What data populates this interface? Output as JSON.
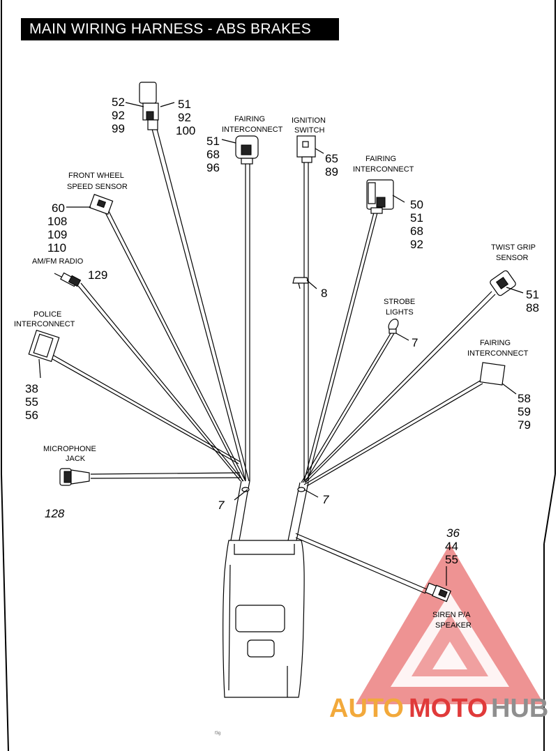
{
  "title": "MAIN WIRING HARNESS - ABS BRAKES",
  "components": {
    "front_wheel_speed_sensor": {
      "label_1": "FRONT WHEEL",
      "label_2": "SPEED SENSOR",
      "refs": [
        "60",
        "108",
        "109",
        "110"
      ]
    },
    "am_fm_radio": {
      "label": "AM/FM RADIO",
      "refs": [
        "129"
      ]
    },
    "police_interconnect": {
      "label_1": "POLICE",
      "label_2": "INTERCONNECT",
      "refs": [
        "38",
        "55",
        "56"
      ]
    },
    "microphone_jack": {
      "label_1": "MICROPHONE",
      "label_2": "JACK",
      "refs": [
        "128"
      ]
    },
    "top_connector": {
      "refs_left": [
        "52",
        "92",
        "99"
      ],
      "refs_right": [
        "51",
        "92",
        "100"
      ]
    },
    "fairing_interconnect_1": {
      "label_1": "FAIRING",
      "label_2": "INTERCONNECT",
      "refs": [
        "51",
        "68",
        "96"
      ]
    },
    "ignition_switch": {
      "label_1": "IGNITION",
      "label_2": "SWITCH",
      "refs": [
        "65",
        "89"
      ]
    },
    "fairing_interconnect_2": {
      "label_1": "FAIRING",
      "label_2": "INTERCONNECT",
      "refs": [
        "50",
        "51",
        "68",
        "92"
      ]
    },
    "twist_grip_sensor": {
      "label_1": "TWIST GRIP",
      "label_2": "SENSOR",
      "refs": [
        "51",
        "88"
      ]
    },
    "strobe_lights": {
      "label_1": "STROBE",
      "label_2": "LIGHTS",
      "refs": [
        "7"
      ]
    },
    "fairing_interconnect_3": {
      "label_1": "FAIRING",
      "label_2": "INTERCONNECT",
      "refs": [
        "58",
        "59",
        "79"
      ]
    },
    "siren_pa_speaker": {
      "label_1": "SIREN P/A",
      "label_2": "SPEAKER",
      "refs": [
        "36",
        "44",
        "55"
      ]
    },
    "clip_ref": "8",
    "left_tie_ref": "7",
    "right_tie_ref": "7"
  },
  "watermark": {
    "part_1": "AUTO",
    "part_2": "MOTO",
    "part_3": "HUB"
  },
  "footer_code": "f3g",
  "colors": {
    "title_bg": "#000000",
    "title_fg": "#ffffff",
    "watermark_red": "#e03a3a",
    "watermark_orange": "#f2a93b",
    "watermark_gray": "#8f8f8f"
  }
}
